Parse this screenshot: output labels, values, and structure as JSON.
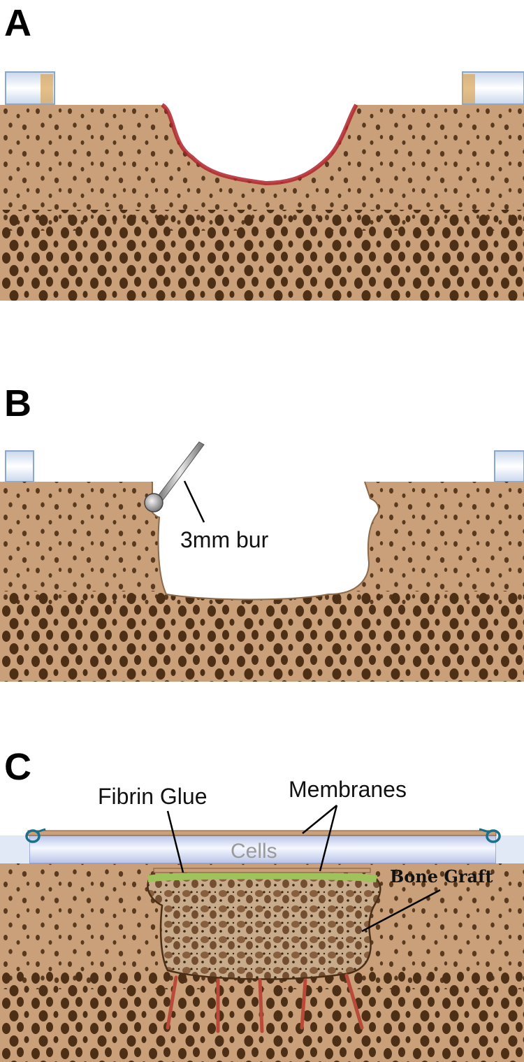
{
  "panels": [
    {
      "letter": "A"
    },
    {
      "letter": "B",
      "bur_label": "3mm bur"
    },
    {
      "letter": "C",
      "fibrin_label": "Fibrin Glue",
      "membranes_label": "Membranes",
      "cells_label": "Cells",
      "bone_graft_label": "Bone Graft"
    }
  ],
  "colors": {
    "bone": "#c9a07a",
    "pore": "#5a3a1e",
    "cartilage": "#dde8f6",
    "blood": "#b0242c",
    "graft": "#7b5230",
    "glue": "#9ec35a",
    "suture": "#1b6f8a",
    "vessel": "#b94a3a"
  }
}
